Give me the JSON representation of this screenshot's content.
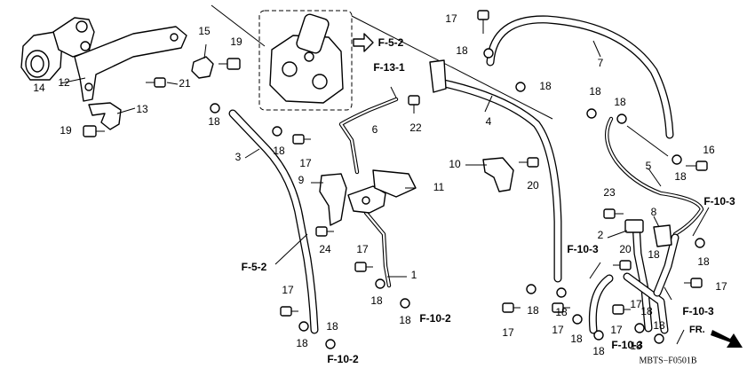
{
  "callouts": [
    {
      "id": "c1",
      "text": "1"
    },
    {
      "id": "c2",
      "text": "2"
    },
    {
      "id": "c3",
      "text": "3"
    },
    {
      "id": "c4",
      "text": "4"
    },
    {
      "id": "c5",
      "text": "5"
    },
    {
      "id": "c6",
      "text": "6"
    },
    {
      "id": "c7",
      "text": "7"
    },
    {
      "id": "c8",
      "text": "8"
    },
    {
      "id": "c9",
      "text": "9"
    },
    {
      "id": "c10",
      "text": "10"
    },
    {
      "id": "c11",
      "text": "11"
    },
    {
      "id": "c12",
      "text": "12"
    },
    {
      "id": "c13",
      "text": "13"
    },
    {
      "id": "c14",
      "text": "14"
    },
    {
      "id": "c15",
      "text": "15"
    },
    {
      "id": "c16",
      "text": "16"
    },
    {
      "id": "c17a",
      "text": "17"
    },
    {
      "id": "c17b",
      "text": "17"
    },
    {
      "id": "c17c",
      "text": "17"
    },
    {
      "id": "c17d",
      "text": "17"
    },
    {
      "id": "c17e",
      "text": "17"
    },
    {
      "id": "c17f",
      "text": "17"
    },
    {
      "id": "c17g",
      "text": "17"
    },
    {
      "id": "c17h",
      "text": "17"
    },
    {
      "id": "c17i",
      "text": "17"
    },
    {
      "id": "c18a",
      "text": "18"
    },
    {
      "id": "c18b",
      "text": "18"
    },
    {
      "id": "c18c",
      "text": "18"
    },
    {
      "id": "c18d",
      "text": "18"
    },
    {
      "id": "c18e",
      "text": "18"
    },
    {
      "id": "c18f",
      "text": "18"
    },
    {
      "id": "c18g",
      "text": "18"
    },
    {
      "id": "c18h",
      "text": "18"
    },
    {
      "id": "c18i",
      "text": "18"
    },
    {
      "id": "c18j",
      "text": "18"
    },
    {
      "id": "c18k",
      "text": "18"
    },
    {
      "id": "c18l",
      "text": "18"
    },
    {
      "id": "c18m",
      "text": "18"
    },
    {
      "id": "c18n",
      "text": "18"
    },
    {
      "id": "c18o",
      "text": "18"
    },
    {
      "id": "c18p",
      "text": "18"
    },
    {
      "id": "c18q",
      "text": "18"
    },
    {
      "id": "c18r",
      "text": "18"
    },
    {
      "id": "c18s",
      "text": "18"
    },
    {
      "id": "c18t",
      "text": "18"
    },
    {
      "id": "c19a",
      "text": "19"
    },
    {
      "id": "c19b",
      "text": "19"
    },
    {
      "id": "c20a",
      "text": "20"
    },
    {
      "id": "c20b",
      "text": "20"
    },
    {
      "id": "c21",
      "text": "21"
    },
    {
      "id": "c22",
      "text": "22"
    },
    {
      "id": "c23",
      "text": "23"
    },
    {
      "id": "c24",
      "text": "24"
    }
  ],
  "references": [
    {
      "id": "r1",
      "text": "F-5-2"
    },
    {
      "id": "r2",
      "text": "F-13-1"
    },
    {
      "id": "r3",
      "text": "F-5-2"
    },
    {
      "id": "r4",
      "text": "F-10-2"
    },
    {
      "id": "r5",
      "text": "F-10-2"
    },
    {
      "id": "r6",
      "text": "F-10-3"
    },
    {
      "id": "r7",
      "text": "F-10-3"
    },
    {
      "id": "r8",
      "text": "F-10-3"
    },
    {
      "id": "r9",
      "text": "F-10-3"
    }
  ],
  "direction_label": "FR.",
  "figure_code": "MBTS−F0501B"
}
